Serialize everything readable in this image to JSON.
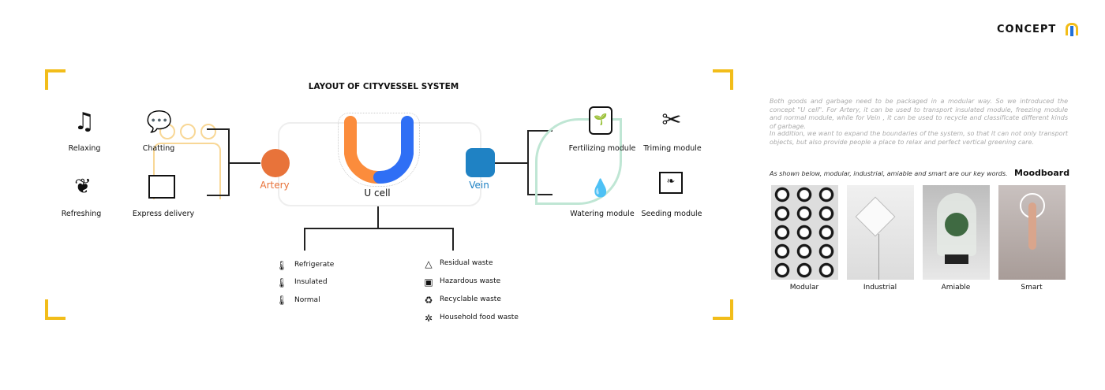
{
  "header": {
    "brand": "CONCEPT",
    "logo_colors": [
      "#f2bd1a",
      "#1f6fd9"
    ]
  },
  "diagram": {
    "title": "LAYOUT OF CITYVESSEL SYSTEM",
    "left_items": [
      {
        "label": "Relaxing",
        "icon": "music-note-icon"
      },
      {
        "label": "Chatting",
        "icon": "chat-bubbles-icon"
      },
      {
        "label": "Refreshing",
        "icon": "leaf-sparkle-icon"
      },
      {
        "label": "Express delivery",
        "icon": "package-box-icon"
      }
    ],
    "artery": {
      "label": "Artery",
      "color": "#e8733a"
    },
    "ucell": {
      "label": "U cell",
      "colors": [
        "#fb8c3c",
        "#2f6ff5"
      ]
    },
    "vein": {
      "label": "Vein",
      "color": "#1f82c4"
    },
    "right_items": [
      {
        "label": "Fertilizing module",
        "icon": "fertilizer-bag-icon"
      },
      {
        "label": "Triming module",
        "icon": "scissors-icon"
      },
      {
        "label": "Watering module",
        "icon": "water-drops-icon"
      },
      {
        "label": "Seeding module",
        "icon": "seed-tray-icon"
      }
    ],
    "artery_list": [
      {
        "label": "Refrigerate",
        "icon": "thermometer-snow-icon"
      },
      {
        "label": "Insulated",
        "icon": "thermometer-sun-icon"
      },
      {
        "label": "Normal",
        "icon": "thermometer-icon"
      }
    ],
    "vein_list": [
      {
        "label": "Residual waste",
        "icon": "recycle-triangle-icon"
      },
      {
        "label": "Hazardous waste",
        "icon": "hazard-icon"
      },
      {
        "label": "Recyclable waste",
        "icon": "recycle-icon"
      },
      {
        "label": "Household food waste",
        "icon": "food-waste-icon"
      }
    ],
    "accent": "#f2bd1a"
  },
  "text": {
    "p1": "Both goods and garbage need to be packaged in a modular way. So we introduced the concept \"U cell\". For Artery, it can be used to transport insulated module, freezing module and normal module, while for Vein , it can be used to recycle and classificate different kinds of garbage.",
    "p2": "In addition, we want to expand the boundaries of the system, so that it can not only transport objects, but also provide people a place to relax and perfect vertical greening care.",
    "keywords": "As shown below, modular, industrial, amiable and smart are our key words.",
    "moodboard_title": "Moodboard"
  },
  "moodboard": [
    {
      "label": "Modular"
    },
    {
      "label": "Industrial"
    },
    {
      "label": "Amiable"
    },
    {
      "label": "Smart"
    }
  ]
}
